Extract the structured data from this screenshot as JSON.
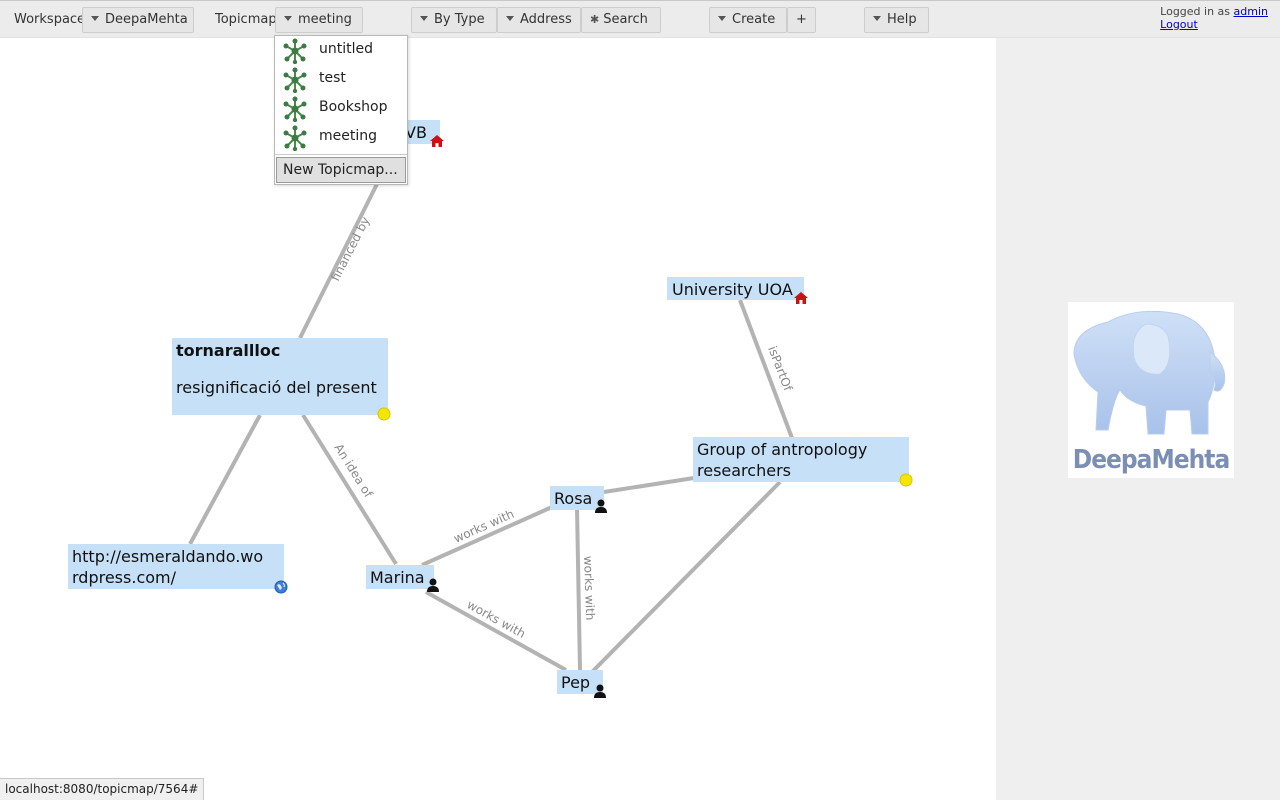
{
  "toolbar": {
    "workspace_label": "Workspace",
    "workspace_value": "DeepaMehta",
    "topicmap_label": "Topicmap",
    "topicmap_value": "meeting",
    "by_type": "By Type",
    "address": "Address",
    "search": "Search",
    "create": "Create",
    "add": "+",
    "help": "Help"
  },
  "login": {
    "prefix": "Logged in as",
    "user": "admin",
    "logout": "Logout"
  },
  "topicmap_menu": {
    "items": [
      {
        "label": "untitled"
      },
      {
        "label": "test"
      },
      {
        "label": "Bookshop"
      },
      {
        "label": "meeting"
      }
    ],
    "new_topicmap": "New Topicmap..."
  },
  "topics": {
    "vb": {
      "label": "VB",
      "icon": "home-icon"
    },
    "university": {
      "label": "University UOA",
      "icon": "home-icon"
    },
    "tornarallloc": {
      "title": "tornarallloc",
      "subtitle": "resignificació del present",
      "icon": "note-icon"
    },
    "group": {
      "line1": "Group of antropology",
      "line2": "researchers",
      "icon": "note-icon"
    },
    "rosa": {
      "label": "Rosa",
      "icon": "person-icon"
    },
    "url": {
      "line1": "http://esmeraldando.wo",
      "line2": "rdpress.com/",
      "icon": "globe-icon"
    },
    "marina": {
      "label": "Marina",
      "icon": "person-icon"
    },
    "pep": {
      "label": "Pep",
      "icon": "person-icon"
    }
  },
  "edge_labels": {
    "financed_by": "financed by",
    "is_part_of": "isPartOf",
    "an_idea_of": "An idea of",
    "works_with_1": "works with",
    "works_with_2": "works with",
    "works_with_3": "works with"
  },
  "logo": {
    "text": "DeepaMehta"
  },
  "status": {
    "url": "localhost:8080/topicmap/7564#"
  },
  "colors": {
    "topic_bg": "#c6e0f7",
    "edge": "#b3b3b3",
    "toolbar_bg": "#ececec",
    "panel_bg": "#efefef",
    "link": "#0000cc"
  }
}
